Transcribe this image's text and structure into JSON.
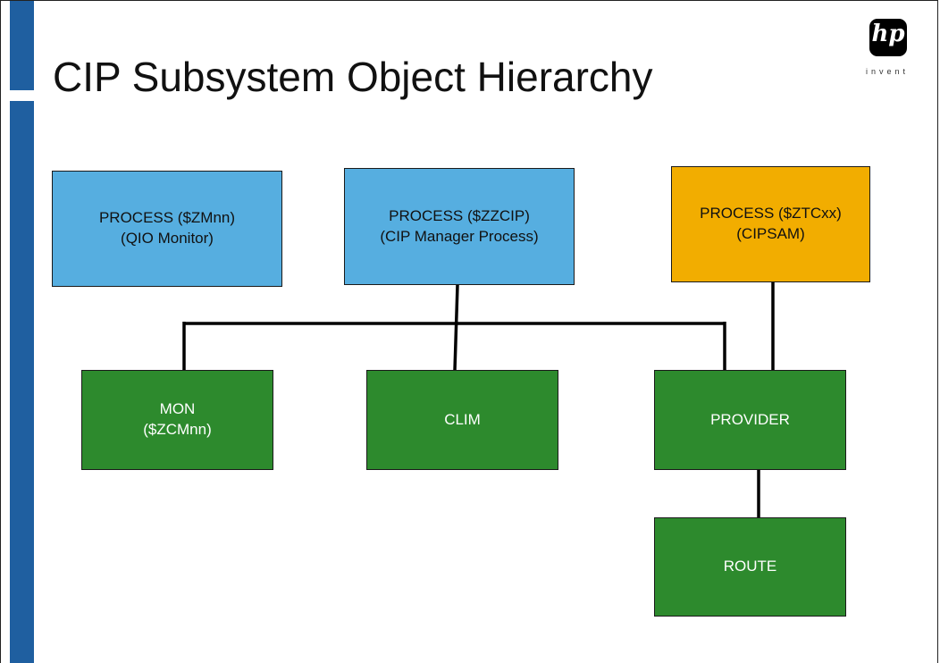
{
  "slide": {
    "title": "CIP Subsystem Object Hierarchy",
    "logo": {
      "mark": "hp",
      "tagline": "invent"
    }
  },
  "nodes": {
    "qio_monitor": {
      "line1": "PROCESS ($ZMnn)",
      "line2": "(QIO Monitor)"
    },
    "cip_manager": {
      "line1": "PROCESS ($ZZCIP)",
      "line2": "(CIP Manager Process)"
    },
    "cipsam": {
      "line1": "PROCESS ($ZTCxx)",
      "line2": "(CIPSAM)"
    },
    "mon": {
      "line1": "MON",
      "line2": "($ZCMnn)"
    },
    "clim": {
      "line1": "CLIM"
    },
    "provider": {
      "line1": "PROVIDER"
    },
    "route": {
      "line1": "ROUTE"
    }
  },
  "colors": {
    "process_blue": "#56aee0",
    "process_orange": "#f2ad00",
    "object_green": "#2d8a2d",
    "sidebar_blue": "#1f5fa0"
  }
}
